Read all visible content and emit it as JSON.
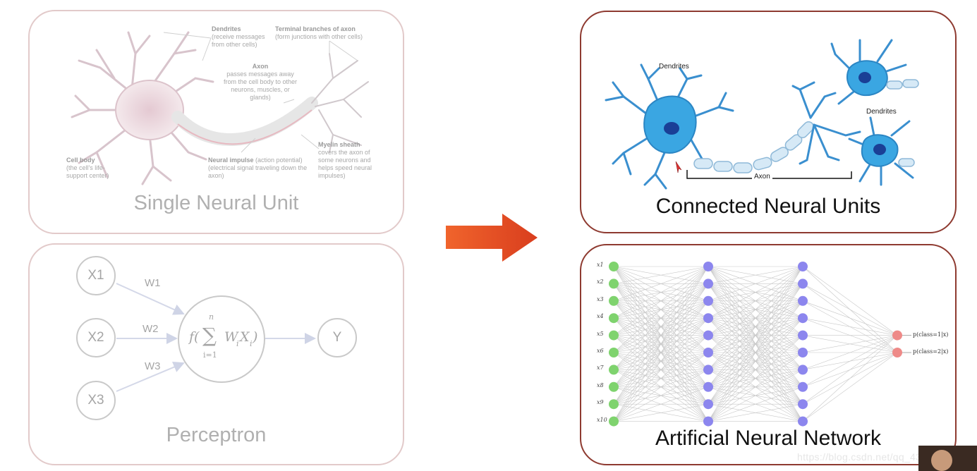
{
  "panels": {
    "single": {
      "title": "Single Neural Unit",
      "labels": {
        "dendrites_title": "Dendrites",
        "dendrites_desc": "(receive messages from other cells)",
        "terminal_title": "Terminal branches of axon",
        "terminal_desc": "(form junctions with other cells)",
        "axon_title": "Axon",
        "axon_desc": "passes messages away from the cell body to other neurons, muscles, or glands)",
        "cellbody_title": "Cell body",
        "cellbody_desc": "(the cell's life-support center)",
        "impulse_title": "Neural impulse",
        "impulse_desc": "(action potential) (electrical signal traveling down the axon)",
        "myelin_title": "Myelin sheath",
        "myelin_desc": "covers the axon of some neurons and helps speed neural impulses)"
      }
    },
    "perceptron": {
      "title": "Perceptron",
      "inputs": [
        "X1",
        "X2",
        "X3"
      ],
      "weights": [
        "W1",
        "W2",
        "W3"
      ],
      "output": "Y",
      "formula": {
        "f": "f(",
        "sum_top": "n",
        "sum_bottom": "i=1",
        "term": "W",
        "sub_i": "i",
        "x": "X",
        "close": ")"
      }
    },
    "connected": {
      "title": "Connected Neural Units",
      "dendrites_left": "Dendrites",
      "dendrites_right": "Dendrites",
      "axon": "Axon"
    },
    "ann": {
      "title": "Artificial Neural Network",
      "input_labels": [
        "x1",
        "x2",
        "x3",
        "x4",
        "x5",
        "x6",
        "x7",
        "x8",
        "x9",
        "x10"
      ],
      "output_labels": [
        "p(class=1|x)",
        "p(class=2|x)"
      ],
      "hidden_layer_sizes": [
        10,
        10
      ],
      "colors": {
        "input": "#7fd36e",
        "hidden": "#8c86ee",
        "output": "#ee8a88",
        "edge": "#c8c8c8"
      }
    }
  },
  "arrow_color": "#e2542c",
  "watermark": "https://blog.csdn.net/qq_43210957"
}
